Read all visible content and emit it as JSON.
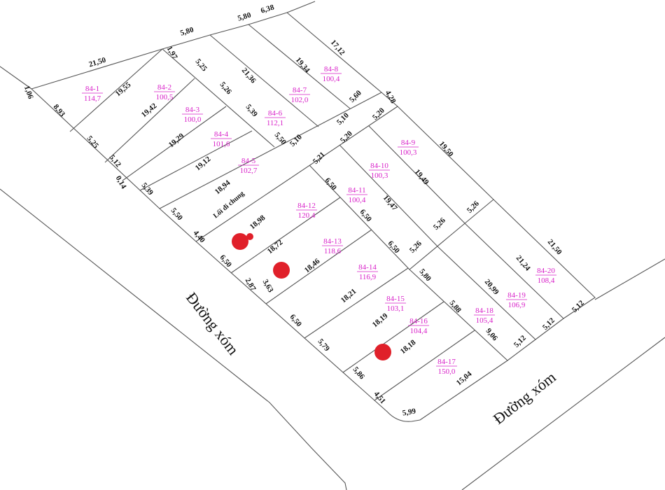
{
  "colors": {
    "plot_label": "#d81fc8",
    "marker": "#e0202a",
    "line": "#555555"
  },
  "roads": {
    "left": "Đường xóm",
    "right": "Đường xóm"
  },
  "shared_path": "Lối đi chung",
  "plots": [
    {
      "id": "84-1",
      "area": "114,7"
    },
    {
      "id": "84-2",
      "area": "100,5"
    },
    {
      "id": "84-3",
      "area": "100,0"
    },
    {
      "id": "84-4",
      "area": "101,6"
    },
    {
      "id": "84-5",
      "area": "102,7"
    },
    {
      "id": "84-6",
      "area": "112,1"
    },
    {
      "id": "84-7",
      "area": "102,0"
    },
    {
      "id": "84-8",
      "area": "100,4"
    },
    {
      "id": "84-9",
      "area": "100,3"
    },
    {
      "id": "84-10",
      "area": "100,3"
    },
    {
      "id": "84-11",
      "area": "100,4"
    },
    {
      "id": "84-12",
      "area": "120,4"
    },
    {
      "id": "84-13",
      "area": "118,6"
    },
    {
      "id": "84-14",
      "area": "116,9"
    },
    {
      "id": "84-15",
      "area": "103,1"
    },
    {
      "id": "84-16",
      "area": "104,4"
    },
    {
      "id": "84-17",
      "area": "150,0"
    },
    {
      "id": "84-18",
      "area": "105,4"
    },
    {
      "id": "84-19",
      "area": "106,9"
    },
    {
      "id": "84-20",
      "area": "108,4"
    }
  ],
  "dimensions": [
    "21,50",
    "5,80",
    "5,80",
    "6,38",
    "1,97",
    "1,06",
    "8,93",
    "19,55",
    "5,25",
    "5,26",
    "5,39",
    "5,50",
    "21,36",
    "19,34",
    "17,12",
    "5,60",
    "5,10",
    "5,10",
    "4,28",
    "5,20",
    "5,20",
    "5,21",
    "19,42",
    "19,29",
    "19,12",
    "18,94",
    "5,25",
    "5,12",
    "0,14",
    "5,39",
    "5,50",
    "4,40",
    "18,98",
    "18,72",
    "18,46",
    "18,21",
    "18,19",
    "18,18",
    "6,50",
    "2,87",
    "3,63",
    "6,50",
    "5,79",
    "5,86",
    "4,51",
    "5,99",
    "15,04",
    "6,50",
    "6,50",
    "6,50",
    "5,80",
    "5,88",
    "9,06",
    "5,26",
    "5,26",
    "5,26",
    "19,50",
    "19,49",
    "19,47",
    "21,50",
    "21,24",
    "20,99",
    "5,12",
    "5,12",
    "5,12"
  ]
}
